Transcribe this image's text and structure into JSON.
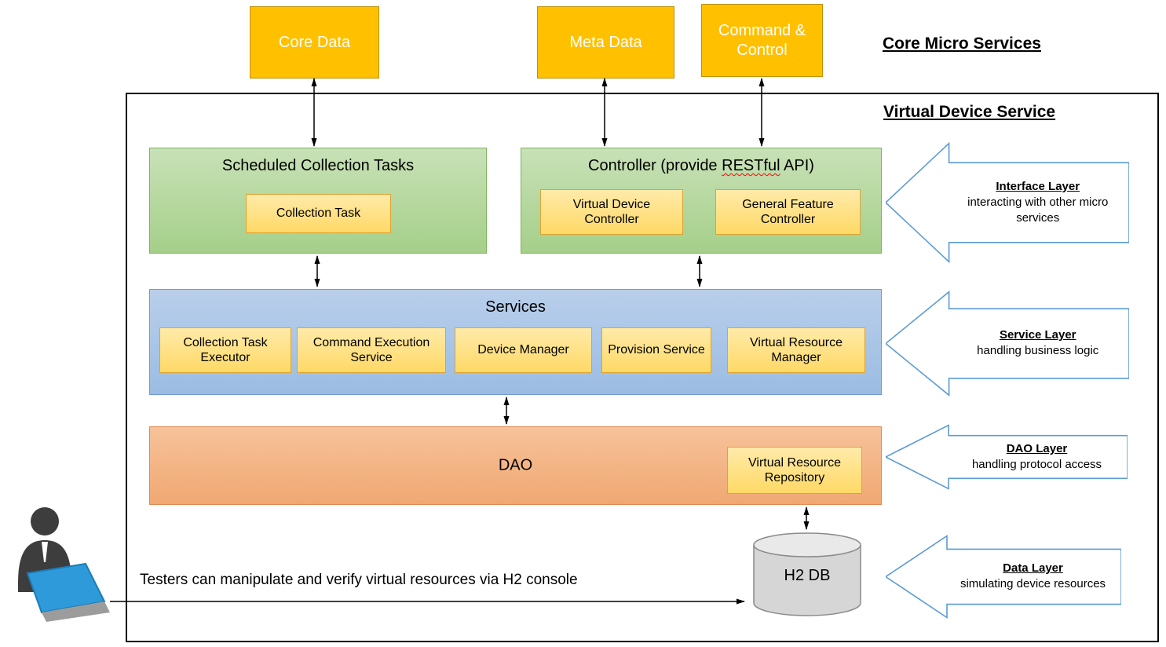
{
  "colors": {
    "external_box": "#FFC000",
    "green_box": "#A9D18E",
    "blue_box": "#9DC3E6",
    "dao_box": "#F4B183",
    "sub_box": "#FFE699",
    "callout_border": "#5B9BD5",
    "cylinder": "#D9D9D9",
    "arrow": "#000000"
  },
  "headers": {
    "core_micro_services": "Core Micro Services",
    "virtual_device_service": "Virtual Device Service"
  },
  "external_boxes": [
    {
      "label": "Core Data"
    },
    {
      "label": "Meta Data"
    },
    {
      "label": "Command & Control"
    }
  ],
  "scheduled_tasks": {
    "title": "Scheduled Collection Tasks",
    "items": [
      {
        "label": "Collection Task"
      }
    ]
  },
  "controller": {
    "title_prefix": "Controller (provide ",
    "title_restful": "RESTful",
    "title_suffix": " API)",
    "items": [
      {
        "label": "Virtual Device Controller"
      },
      {
        "label": "General Feature Controller"
      }
    ]
  },
  "services": {
    "title": "Services",
    "items": [
      {
        "label": "Collection Task Executor"
      },
      {
        "label": "Command Execution Service"
      },
      {
        "label": "Device Manager"
      },
      {
        "label": "Provision Service"
      },
      {
        "label": "Virtual Resource Manager"
      }
    ]
  },
  "dao": {
    "title": "DAO",
    "items": [
      {
        "label": "Virtual Resource Repository"
      }
    ]
  },
  "database": {
    "label": "H2 DB"
  },
  "note": "Testers can manipulate and verify virtual resources via H2 console",
  "callouts": [
    {
      "title": "Interface Layer",
      "description": "interacting with other micro services"
    },
    {
      "title": "Service Layer",
      "description": "handling business logic"
    },
    {
      "title": "DAO Layer",
      "description": "handling protocol access"
    },
    {
      "title": "Data Layer",
      "description": "simulating device resources"
    }
  ]
}
